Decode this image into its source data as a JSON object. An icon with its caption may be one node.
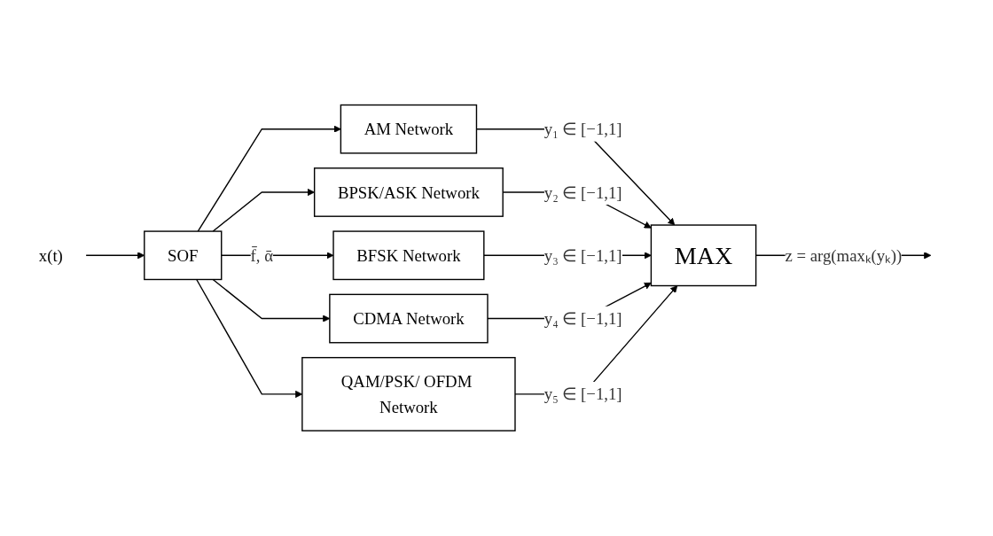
{
  "diagram": {
    "nodes": [
      {
        "text": [
          "x(t)"
        ]
      },
      {
        "text": [
          "SOF"
        ]
      },
      {
        "text": [
          "AM Network"
        ]
      },
      {
        "text": [
          "BPSK/ASK Network"
        ]
      },
      {
        "text": [
          "BFSK Network"
        ]
      },
      {
        "text": [
          "CDMA Network"
        ]
      },
      {
        "text": [
          "QAM/PSK/ OFDM Network"
        ]
      },
      {
        "text": [
          "MAX"
        ]
      }
    ],
    "edges": [
      {
        "from": 0,
        "to": 1,
        "arrow": "to"
      },
      {
        "from": 1,
        "to": 2,
        "arrow": "to"
      },
      {
        "from": 1,
        "to": 3,
        "arrow": "to"
      },
      {
        "from": 1,
        "to": 4,
        "arrow": "to",
        "label": "f̄, ᾱ"
      },
      {
        "from": 1,
        "to": 5,
        "arrow": "to"
      },
      {
        "from": 1,
        "to": 6,
        "arrow": "to"
      },
      {
        "from": 2,
        "to": 7,
        "arrow": "to",
        "label": "y₁ ∈ [−1,1]"
      },
      {
        "from": 3,
        "to": 7,
        "arrow": "to",
        "label": "y₂ ∈ [−1,1]"
      },
      {
        "from": 4,
        "to": 7,
        "arrow": "to",
        "label": "y₃ ∈ [−1,1]"
      },
      {
        "from": 5,
        "to": 7,
        "arrow": "to",
        "label": "y₄ ∈ [−1,1]"
      },
      {
        "from": 6,
        "to": 7,
        "arrow": "to",
        "label": "y₅ ∈ [−1,1]"
      },
      {
        "from": 7,
        "to": null,
        "arrow": "to",
        "label": "z = arg(maxₖ(yₖ))"
      }
    ]
  }
}
